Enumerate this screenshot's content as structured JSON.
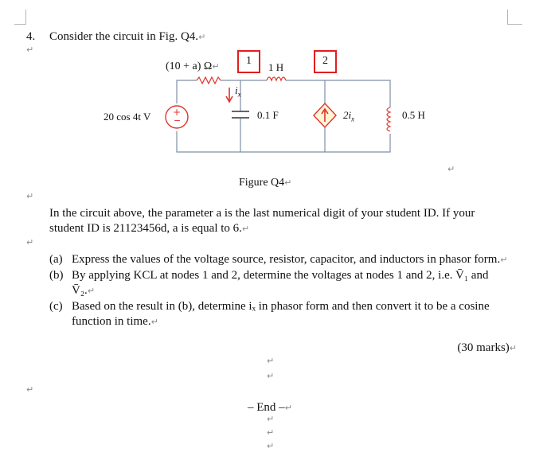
{
  "question": {
    "number": "4.",
    "intro": "Consider the circuit in Fig. Q4."
  },
  "circuit": {
    "resistor_label": "(10 + a) Ω",
    "node1_box": "1",
    "node2_box": "2",
    "inductor1_label": "1 H",
    "current_label": "i",
    "current_sub": "x",
    "source_label": "20 cos 4t V",
    "source_plus": "+",
    "source_minus": "−",
    "capacitor_label": "0.1 F",
    "dep_source_label": "2i",
    "dep_source_sub": "x",
    "inductor2_label": "0.5 H",
    "caption": "Figure Q4"
  },
  "paragraph": "In the circuit above, the parameter a is the last numerical digit of your student ID. If your student ID is 21123456d, a is equal to 6.",
  "parts": [
    {
      "label": "(a)",
      "text": "Express the values of the voltage source, resistor, capacitor, and inductors in phasor form."
    },
    {
      "label": "(b)",
      "text": "By applying KCL at nodes 1 and 2, determine the voltages at nodes 1 and 2, i.e. V̄₁ and V̄₂."
    },
    {
      "label": "(c)",
      "text": "Based on the result in (b), determine iₓ in phasor form and then convert it to be a cosine function in time."
    }
  ],
  "marks": "(30 marks)",
  "end": "– End –",
  "return_mark": "↵"
}
